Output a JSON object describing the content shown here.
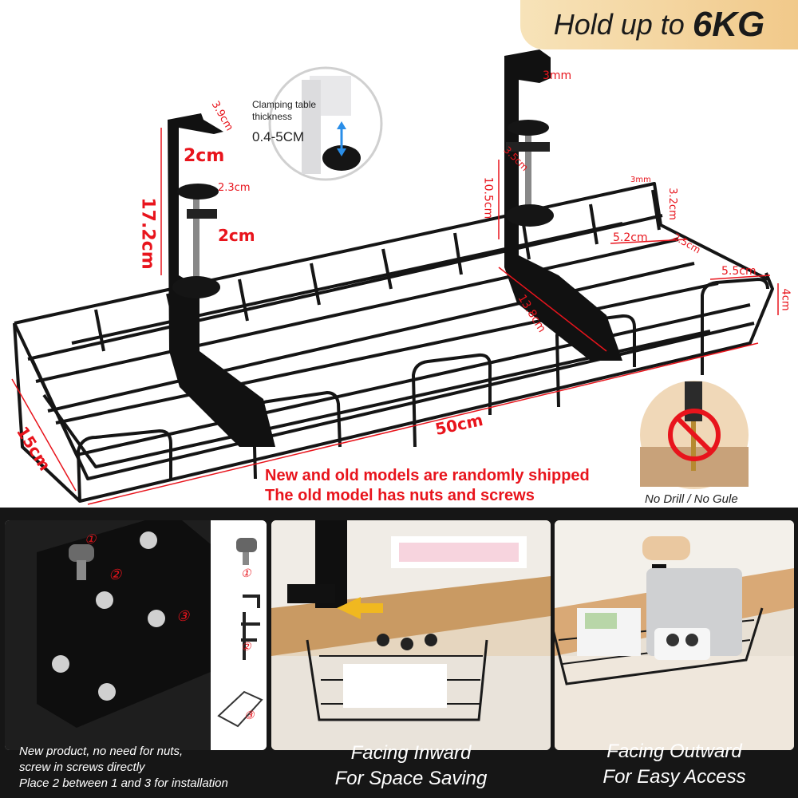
{
  "badge": {
    "prefix": "Hold up to",
    "value": "6KG"
  },
  "dimensions": {
    "d_3_9cm": "3.9cm",
    "d_2cm_top": "2cm",
    "d_2_3cm": "2.3cm",
    "d_2cm_mid": "2cm",
    "d_17_2cm": "17.2cm",
    "d_15cm": "15cm",
    "d_50cm": "50cm",
    "d_3mm_top": "3mm",
    "d_3_5cm": "3.5cm",
    "d_10_5cm": "10.5cm",
    "d_3mm_right": "3mm",
    "d_3_2cm": "3.2cm",
    "d_5_2cm": "5.2cm",
    "d_2_5cm": "2.5cm",
    "d_5_5cm": "5.5cm",
    "d_4cm": "4cm",
    "d_13_8cm": "13.8cm"
  },
  "inset": {
    "title": "Clamping table thickness",
    "range": "0.4-5CM"
  },
  "notice": {
    "line1": "New and old models are randomly shipped",
    "line2": "The old model has nuts and screws"
  },
  "no_drill": "No Drill / No Gule",
  "markers": {
    "m1": "①",
    "m2": "②",
    "m3": "③"
  },
  "captions": {
    "left": [
      "New product, no need for nuts,",
      "screw in screws directly",
      "Place 2 between 1 and 3 for installation"
    ],
    "middle": [
      "Facing Inward",
      "For Space Saving"
    ],
    "right": [
      "Facing Outward",
      "For Easy Access"
    ]
  },
  "colors": {
    "accent_red": "#e8141c",
    "badge_gold": "#f1c98a",
    "dark_bg": "#161616"
  }
}
